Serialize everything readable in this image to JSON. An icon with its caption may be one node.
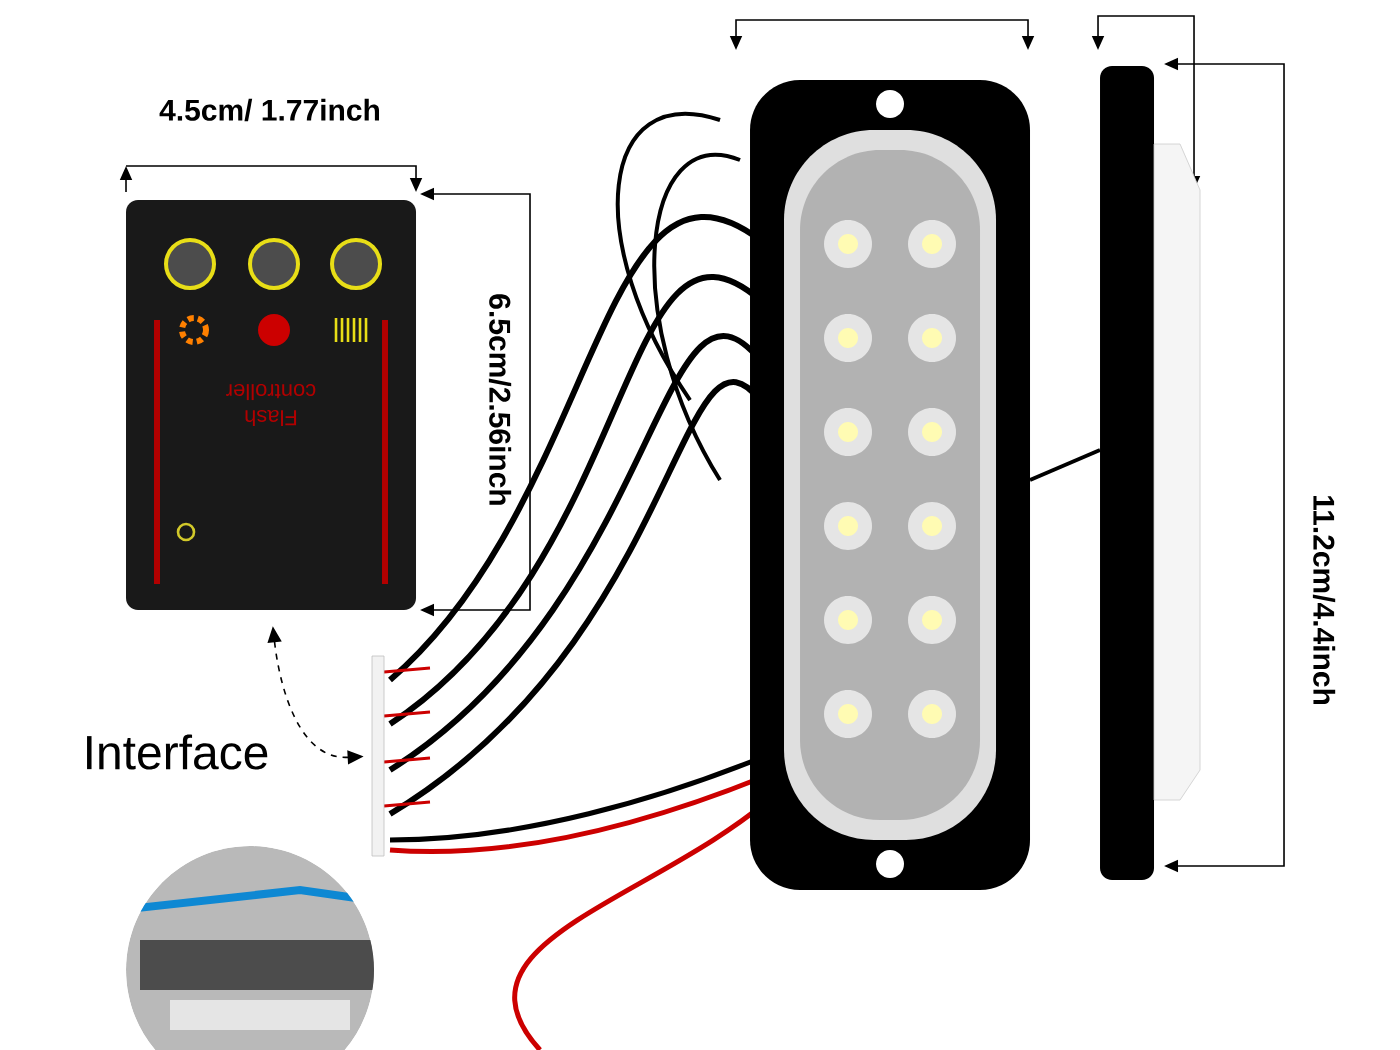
{
  "diagram": {
    "nodes": [
      {
        "text": [
          "Flash controller"
        ]
      },
      {
        "text": [],
        "shape": "box"
      }
    ],
    "edges": [
      {
        "from": 0,
        "to": 1,
        "arrow": "both",
        "style": "dashed",
        "label": "Interface"
      }
    ],
    "labels": [
      "4.5cm/ 1.77inch",
      "6.5cm/2.56inch",
      "11.2cm/4.4inch"
    ]
  }
}
